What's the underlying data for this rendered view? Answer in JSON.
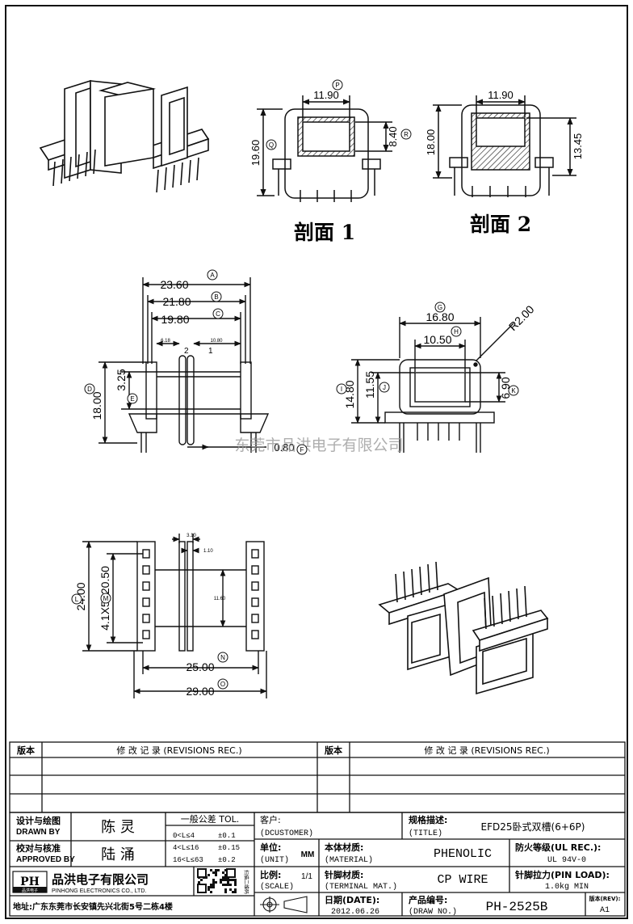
{
  "section_labels": {
    "section1": "剖面 1",
    "section2": "剖面 2"
  },
  "dims": {
    "s1_width": "11.90",
    "s1_height": "19.60",
    "s1_window": "8.40",
    "s2_width": "11.90",
    "s2_height": "18.00",
    "s2_window": "13.45",
    "a": "23.60",
    "b": "21.80",
    "c": "19.80",
    "small1": "6.18",
    "small2": "10.80",
    "mark2": "2",
    "mark1": "1",
    "d": "18.00",
    "e": "3.25",
    "f": "0.80",
    "g": "16.80",
    "h": "10.50",
    "r": "R2.00",
    "i": "14.80",
    "j": "11.55",
    "k": "6.90",
    "l": "24.00",
    "m": "4.1X5=20.50",
    "n": "25.00",
    "o": "29.00",
    "t1": "3.10",
    "t2": "1.10",
    "t3": "11.60"
  },
  "circle_labels": [
    "A",
    "B",
    "C",
    "D",
    "E",
    "F",
    "G",
    "H",
    "I",
    "J",
    "K",
    "L",
    "M",
    "N",
    "O",
    "P",
    "Q",
    "R"
  ],
  "watermark": "东莞市品洪电子有限公司",
  "revisions": {
    "h_ver": "版本",
    "h_rec": "修 改 记 录 (REVISIONS REC.)",
    "h_ver2": "版本",
    "h_rec2": "修 改 记 录 (REVISIONS REC.)"
  },
  "title_block": {
    "drawn_cn": "设计与绘图",
    "drawn_en": "DRAWN BY",
    "drawn_name": "陈 灵",
    "approved_cn": "校对与核准",
    "approved_en": "APPROVED BY",
    "approved_name": "陆 涌",
    "tol_title": "一般公差 TOL.",
    "tol_rows": [
      {
        "range": "0<L≤4",
        "val": "±0.1"
      },
      {
        "range": "4<L≤16",
        "val": "±0.15"
      },
      {
        "range": "16<L≤63",
        "val": "±0.2"
      }
    ],
    "customer_cn": "客户:",
    "customer_en": "(DCUSTOMER)",
    "title_cn": "规格描述:",
    "title_en": "(TITLE)",
    "title_value": "EFD25卧式双槽(6+6P)",
    "unit_cn": "单位:",
    "unit_en": "(UNIT)",
    "unit_value": "MM",
    "material_cn": "本体材质:",
    "material_en": "(MATERIAL)",
    "material_value": "PHENOLIC",
    "ul_cn": "防火等级(UL REC.):",
    "ul_value": "UL 94V-0",
    "scale_cn": "比例:",
    "scale_en": "(SCALE)",
    "scale_value": "1/1",
    "term_cn": "针脚材质:",
    "term_en": "(TERMINAL MAT.)",
    "term_value": "CP WIRE",
    "pin_cn": "针脚拉力(PIN LOAD):",
    "pin_value": "1.0kg MIN",
    "date_cn": "日期(DATE):",
    "date_value": "2012.06.26",
    "drawno_cn": "产品编号:",
    "drawno_en": "(DRAW NO.)",
    "drawno_value": "PH-2525B",
    "rev_cn": "版本(REV):",
    "rev_value": "A1",
    "company_cn": "品洪电子有限公司",
    "company_en": "PINHONG ELECTRONICS CO., LTD.",
    "logo_text": "PH",
    "logo_sub": "品洪电子",
    "address": "地址:广东东莞市长安镇先兴北街5号二栋4楼",
    "qr_caption": "扫描二维码"
  },
  "colors": {
    "line": "#111111",
    "watermark": "#9a9a9a"
  }
}
